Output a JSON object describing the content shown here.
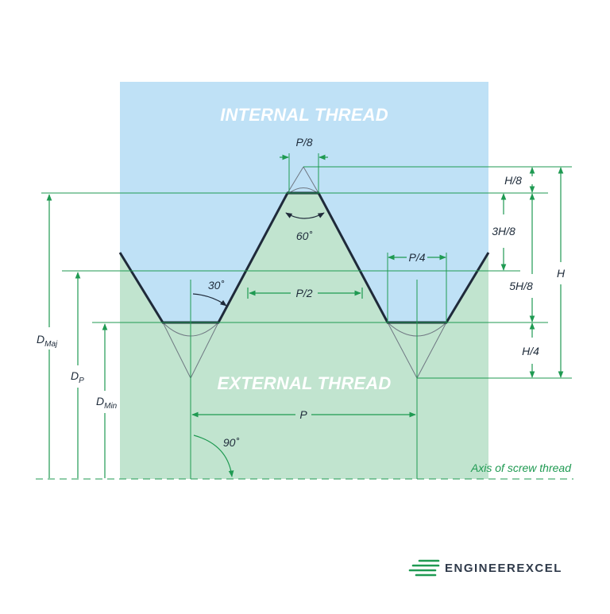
{
  "colors": {
    "internal_fill": "#bfe1f6",
    "external_fill": "#c1e4cf",
    "dimension_green": "#1f9a52",
    "profile_dark": "#1f2a3a",
    "construction_gray": "#6f7782"
  },
  "labels": {
    "internal_thread": "INTERNAL THREAD",
    "external_thread": "EXTERNAL THREAD",
    "axis": "Axis of screw thread",
    "p8": "P/8",
    "p4": "P/4",
    "p2": "P/2",
    "p": "P",
    "h8": "H/8",
    "h3_8": "3H/8",
    "h5_8": "5H/8",
    "h4": "H/4",
    "h": "H",
    "angle_60": "60˚",
    "angle_30": "30˚",
    "angle_90": "90˚",
    "d_maj": "D",
    "d_maj_sub": "Maj",
    "d_p": "D",
    "d_p_sub": "P",
    "d_min": "D",
    "d_min_sub": "Min"
  },
  "brand": {
    "name": "ENGINEEREXCEL",
    "icon": "engineerexcel-logo-icon"
  }
}
